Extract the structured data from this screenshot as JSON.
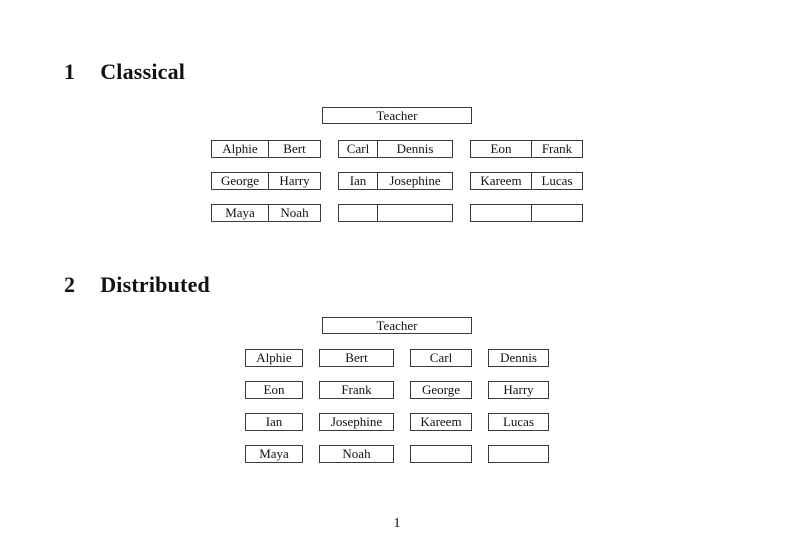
{
  "page": {
    "number": "1"
  },
  "classical": {
    "heading_number": "1",
    "heading_title": "Classical",
    "teacher_label": "Teacher",
    "desks": [
      {
        "rows": [
          [
            "Alphie",
            "Bert"
          ],
          [
            "George",
            "Harry"
          ],
          [
            "Maya",
            "Noah"
          ]
        ]
      },
      {
        "rows": [
          [
            "Carl",
            "Dennis"
          ],
          [
            "Ian",
            "Josephine"
          ],
          [
            "",
            ""
          ]
        ]
      },
      {
        "rows": [
          [
            "Eon",
            "Frank"
          ],
          [
            "Kareem",
            "Lucas"
          ],
          [
            "",
            ""
          ]
        ]
      }
    ]
  },
  "distributed": {
    "heading_number": "2",
    "heading_title": "Distributed",
    "teacher_label": "Teacher",
    "rows": [
      [
        "Alphie",
        "Bert",
        "Carl",
        "Dennis"
      ],
      [
        "Eon",
        "Frank",
        "George",
        "Harry"
      ],
      [
        "Ian",
        "Josephine",
        "Kareem",
        "Lucas"
      ],
      [
        "Maya",
        "Noah",
        "",
        ""
      ]
    ]
  }
}
